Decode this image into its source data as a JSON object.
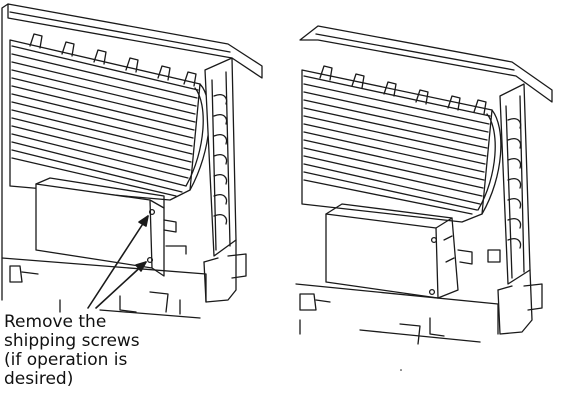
{
  "callout": {
    "lines": [
      "Remove the",
      "shipping screws",
      "(if operation is",
      "desired)"
    ]
  },
  "colors": {
    "line": "#1a1a1a",
    "background": "#ffffff"
  }
}
